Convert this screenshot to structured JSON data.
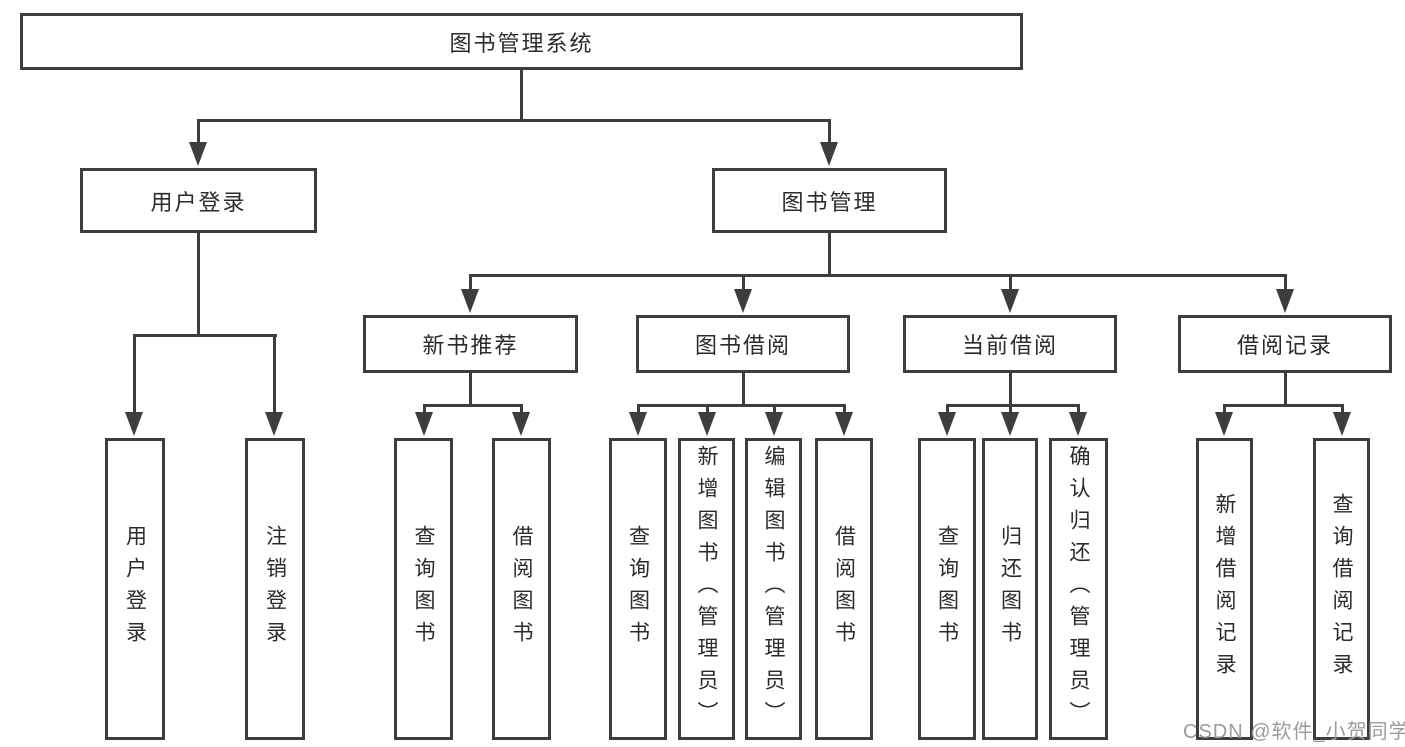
{
  "colors": {
    "background": "#ffffff",
    "line": "#3d3d3d",
    "box_border": "#3d3d3d",
    "text": "#2b2b2b",
    "watermark": "#9b9b9b"
  },
  "tree": {
    "root": {
      "label": "图书管理系统"
    },
    "level2": [
      {
        "label": "用户登录"
      },
      {
        "label": "图书管理"
      }
    ],
    "level3": [
      {
        "label": "新书推荐"
      },
      {
        "label": "图书借阅"
      },
      {
        "label": "当前借阅"
      },
      {
        "label": "借阅记录"
      }
    ],
    "leaves": [
      {
        "label": "用户登录"
      },
      {
        "label": "注销登录"
      },
      {
        "label": "查询图书"
      },
      {
        "label": "借阅图书"
      },
      {
        "label": "查询图书"
      },
      {
        "label": "新增图书（管理员）"
      },
      {
        "label": "编辑图书（管理员）"
      },
      {
        "label": "借阅图书"
      },
      {
        "label": "查询图书"
      },
      {
        "label": "归还图书"
      },
      {
        "label": "确认归还（管理员）"
      },
      {
        "label": "新增借阅记录"
      },
      {
        "label": "查询借阅记录"
      }
    ]
  },
  "watermark": {
    "text": "CSDN @软件_小贺同学"
  }
}
